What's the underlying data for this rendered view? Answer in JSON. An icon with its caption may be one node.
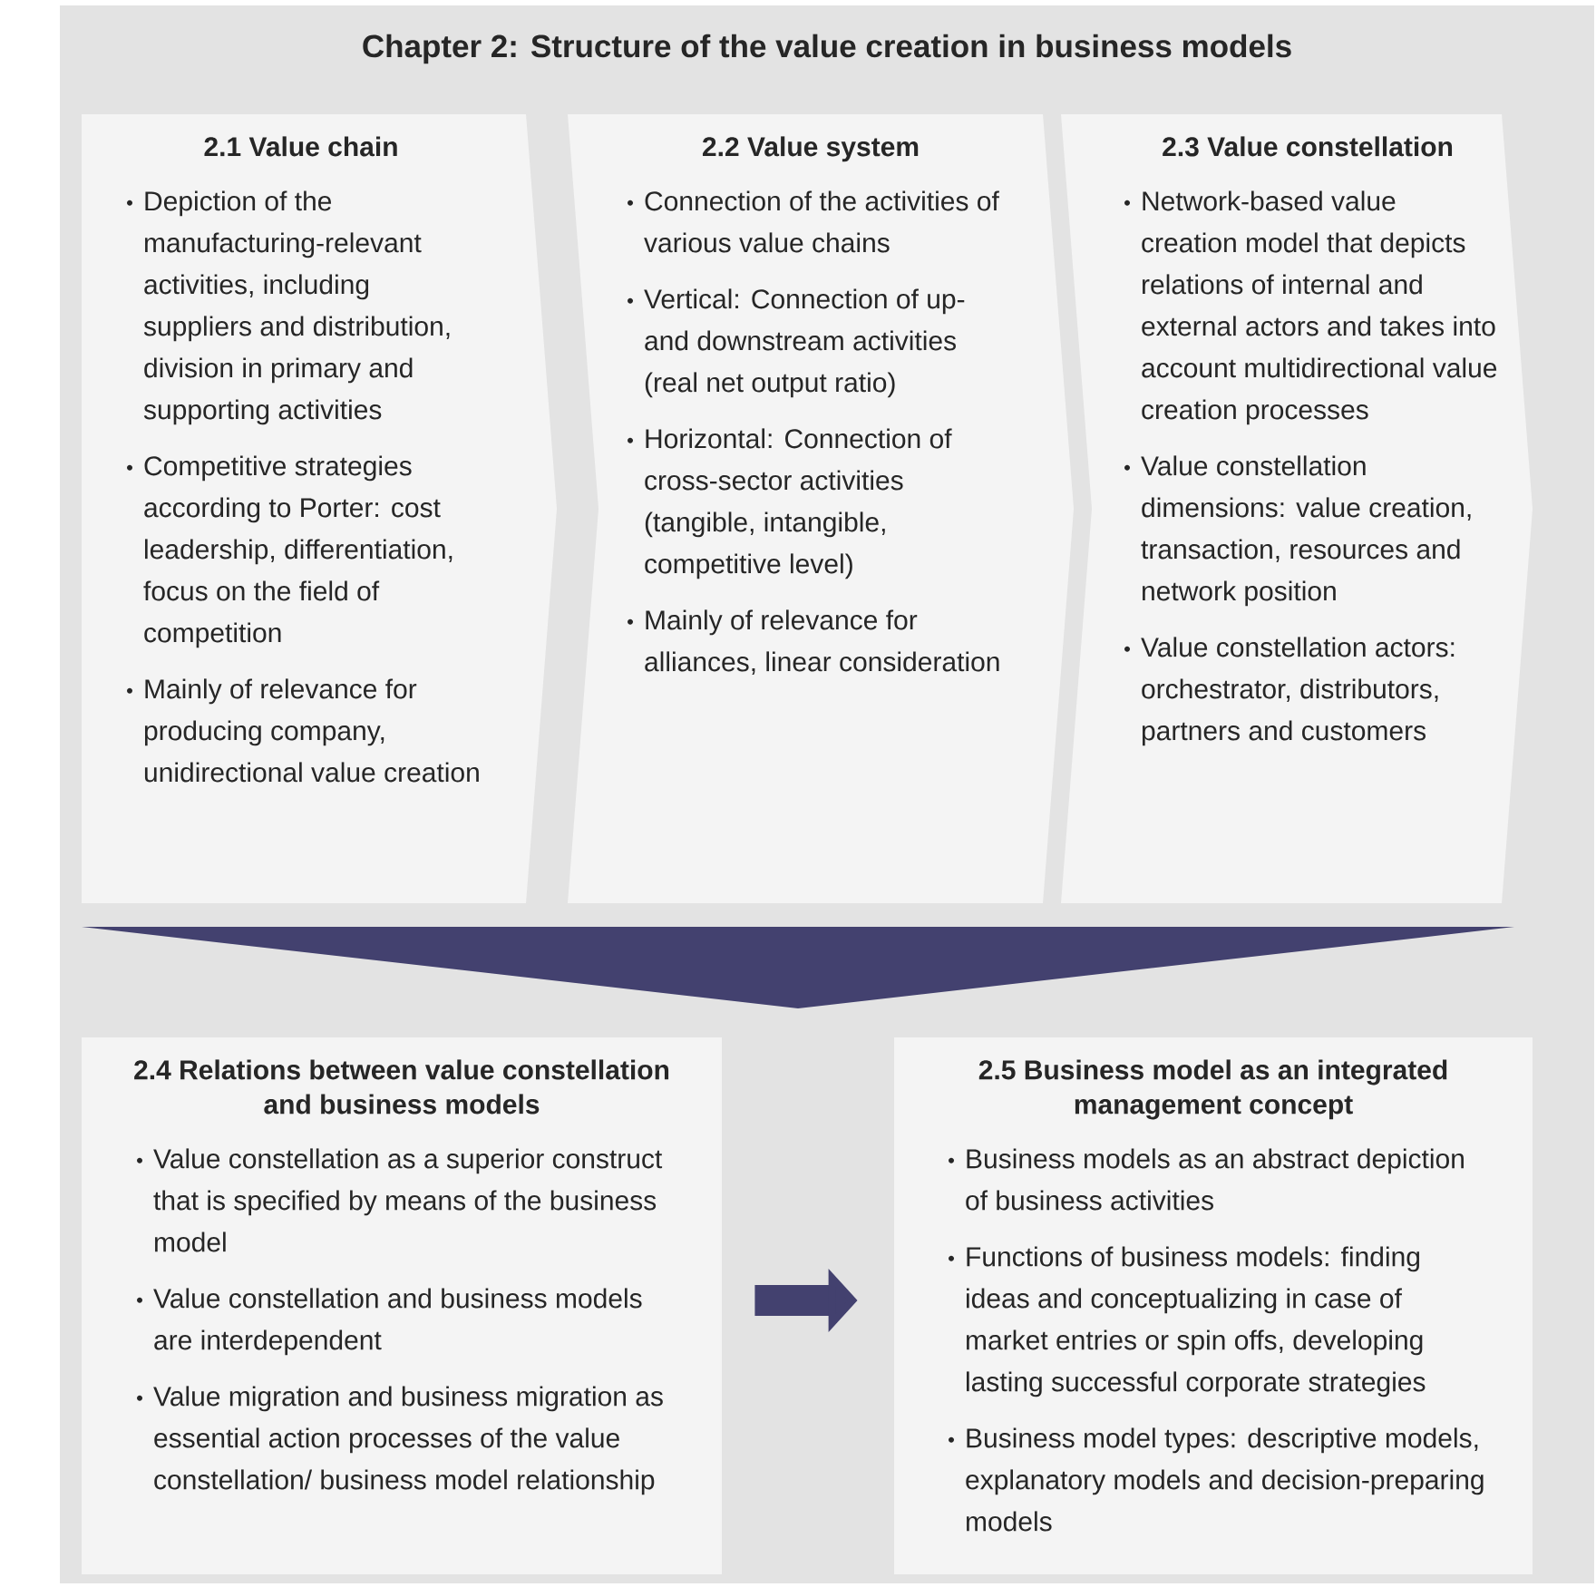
{
  "diagram": {
    "title": "Chapter 2: Structure of the value creation in business models",
    "nodes": [
      {
        "text": [
          "2.1 Value chain",
          "Depiction of the manufacturing-relevant activities, including suppliers and distribution, division in primary and supporting activities",
          "Competitive strategies according to Porter: cost leadership, differentiation, focus on the field of competition",
          "Mainly of relevance for producing company, unidirectional value creation"
        ]
      },
      {
        "text": [
          "2.2 Value system",
          "Connection of the activities of various value chains",
          "Vertical: Connection of up- and downstream activities (real net output ratio)",
          "Horizontal: Connection of cross-sector activities (tangible, intangible, competitive level)",
          "Mainly of relevance for alliances, linear consideration"
        ]
      },
      {
        "text": [
          "2.3 Value constellation",
          "Network-based value creation model that depicts relations of internal and external actors and takes into account multidirectional value creation processes",
          "Value constellation dimensions: value creation, transaction, resources and network position",
          "Value constellation actors: orchestrator, distributors, partners and customers"
        ]
      },
      {
        "text": [
          "2.4 Relations between value constellation and business models",
          "Value constellation as a superior construct that is specified by means of the business model",
          "Value constellation and business models are interdependent",
          "Value migration and business migration as essential action processes of the value constellation/ business model relationship"
        ]
      },
      {
        "text": [
          "2.5 Business model as an integrated management concept",
          "Business models as an abstract depiction of business activities",
          "Functions of business models: finding ideas and conceptualizing in case of market entries or spin offs, developing lasting successful corporate strategies",
          "Business model types: descriptive models, explanatory models and decision-preparing models"
        ]
      }
    ],
    "edges": [
      {
        "from": 3,
        "to": 4,
        "arrow": "to"
      }
    ]
  }
}
